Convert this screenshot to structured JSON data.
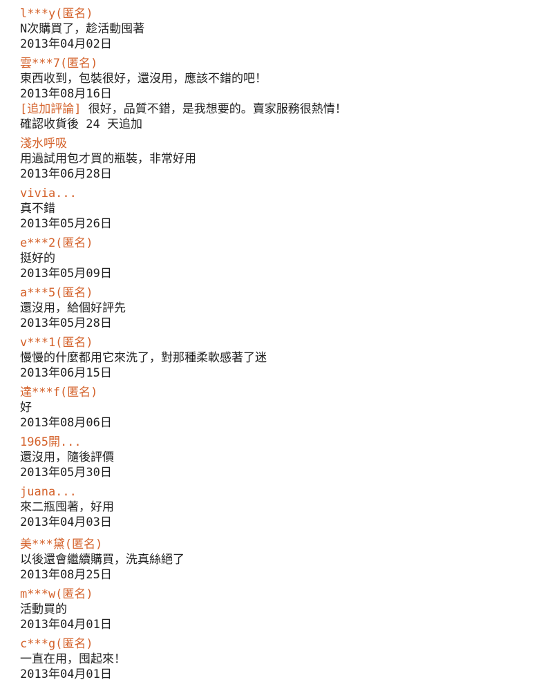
{
  "reviews": [
    {
      "user": "l***y(匿名)",
      "comment": "N次購買了，趁活動囤著",
      "date": "2013年04月02日"
    },
    {
      "user": "雲***7(匿名)",
      "comment": "東西收到，包裝很好，還沒用，應該不錯的吧！",
      "date": "2013年08月16日",
      "extra_tag": "[追加評論]",
      "extra_comment": "很好，品質不錯，是我想要的。賣家服務很熱情！",
      "extra_note": "確認收貨後 24 天追加"
    },
    {
      "user": "淺水呼吸",
      "comment": "用過試用包才買的瓶裝，非常好用",
      "date": "2013年06月28日"
    },
    {
      "user": "vivia...",
      "comment": "真不錯",
      "date": "2013年05月26日"
    },
    {
      "user": "e***2(匿名)",
      "comment": "挺好的",
      "date": "2013年05月09日"
    },
    {
      "user": "a***5(匿名)",
      "comment": "還沒用，給個好評先",
      "date": "2013年05月28日"
    },
    {
      "user": "v***1(匿名)",
      "comment": "慢慢的什麼都用它來洗了，對那種柔軟感著了迷",
      "date": "2013年06月15日"
    },
    {
      "user": "達***f(匿名)",
      "comment": "好",
      "date": "2013年08月06日"
    },
    {
      "user": "1965開...",
      "comment": "還沒用，隨後評價",
      "date": "2013年05月30日"
    },
    {
      "user": "juana...",
      "comment": "來二瓶囤著，好用",
      "date": "2013年04月03日"
    },
    {
      "user": "美***黛(匿名)",
      "comment": "以後還會繼續購買，洗真絲絕了",
      "date": "2013年08月25日"
    },
    {
      "user": "m***w(匿名)",
      "comment": "活動買的",
      "date": "2013年04月01日"
    },
    {
      "user": "c***g(匿名)",
      "comment": "一直在用，囤起來！",
      "date": "2013年04月01日"
    }
  ]
}
